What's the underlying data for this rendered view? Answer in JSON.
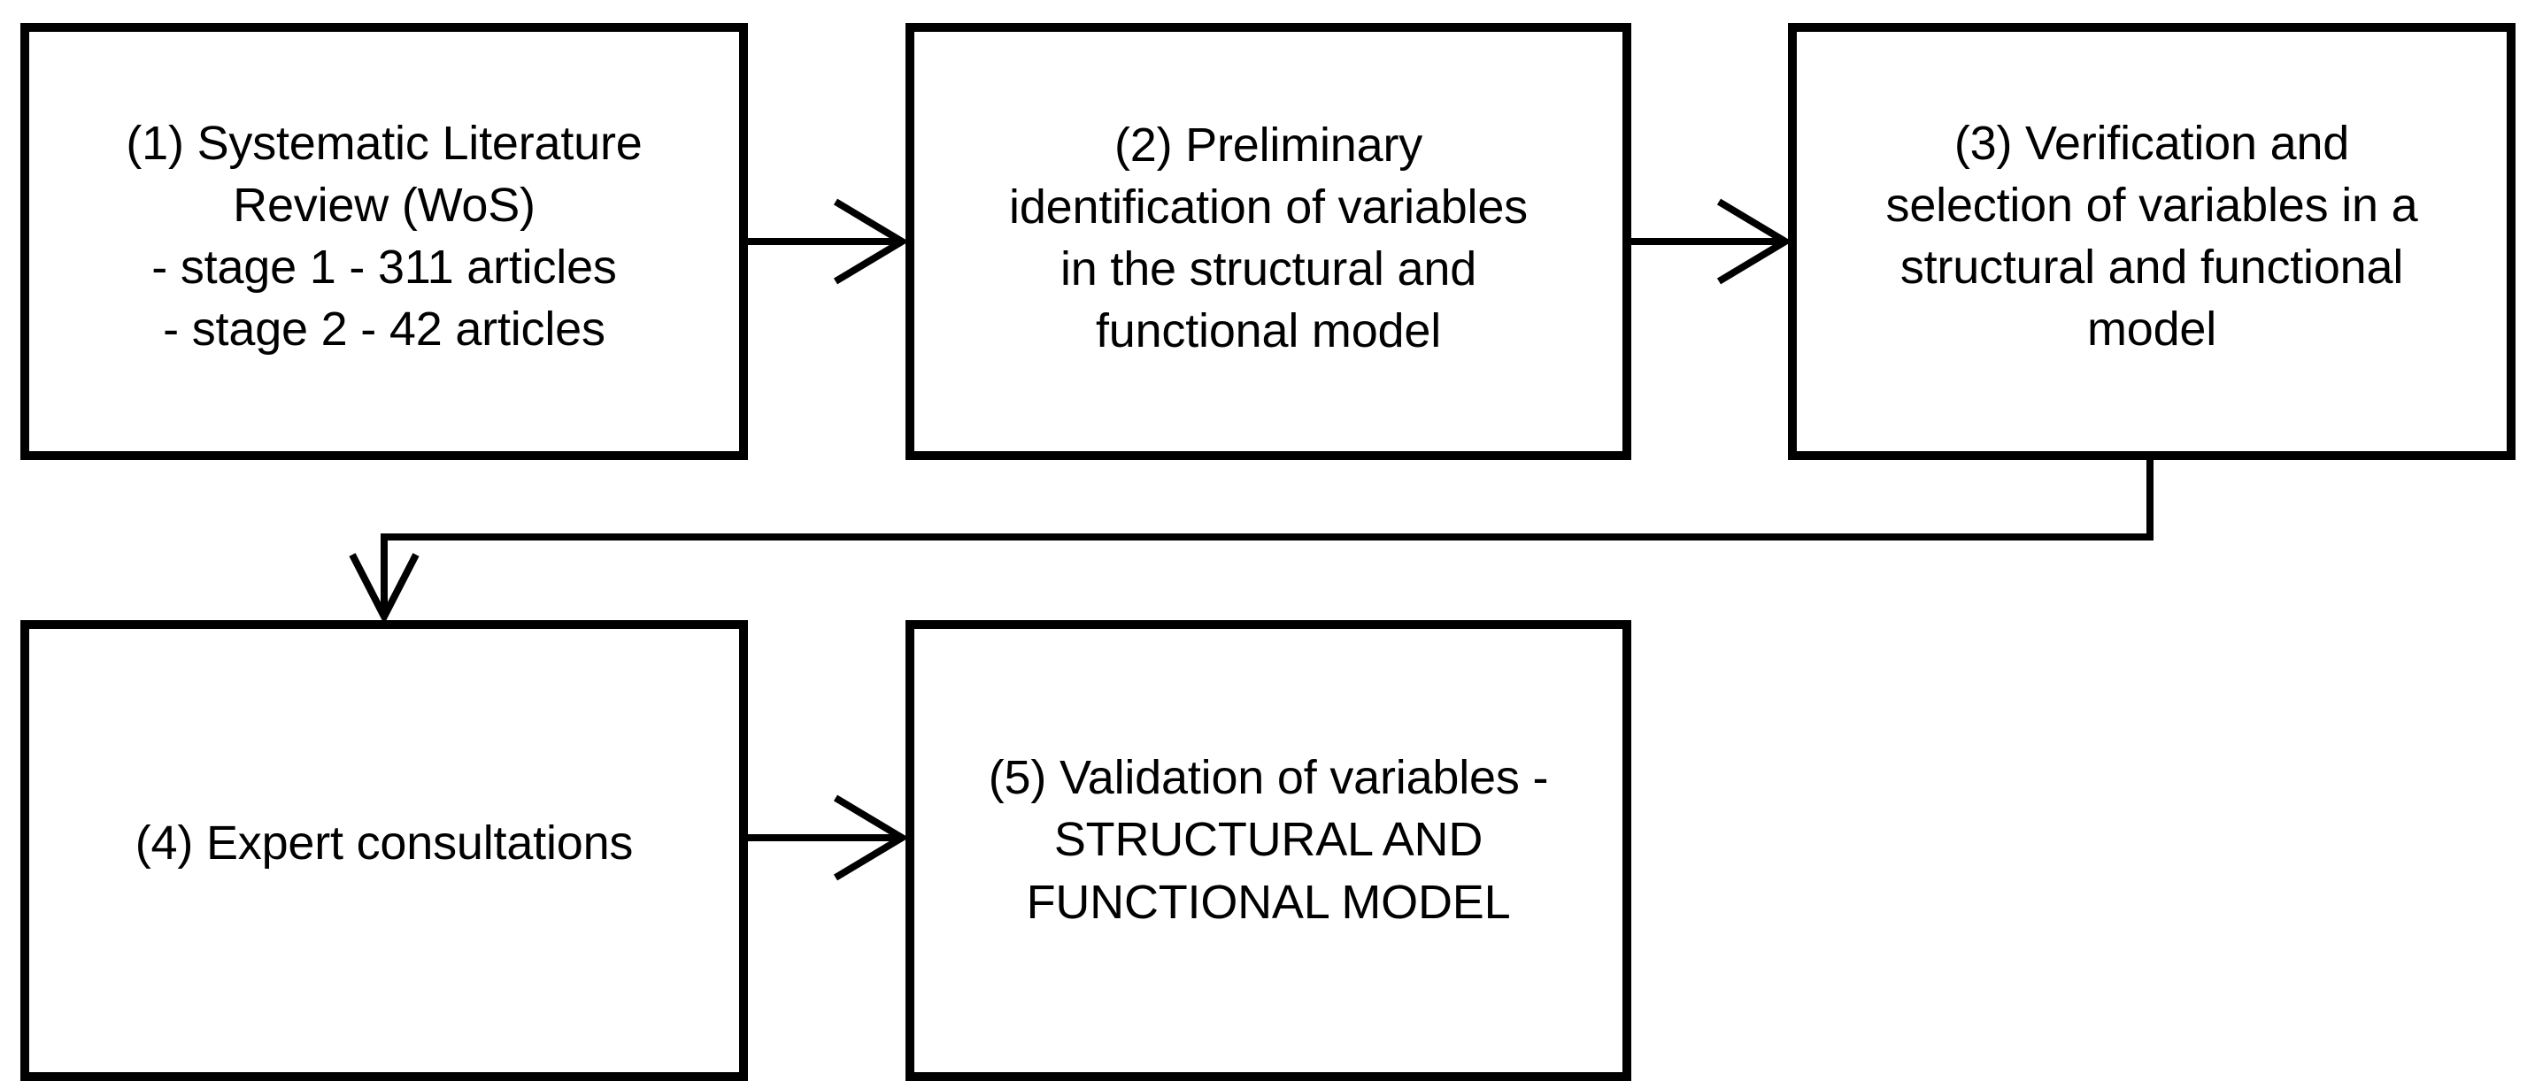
{
  "diagram": {
    "title": "Research methodology flowchart",
    "background_color": "#ffffff",
    "line_color": "#000000",
    "text_color": "#000000",
    "nodes": [
      {
        "id": "1",
        "label": "(1) Systematic Literature\nReview (WoS)\n- stage 1 - 311 articles\n- stage 2 - 42 articles",
        "number": "(1)",
        "name": "systematic-literature-review"
      },
      {
        "id": "2",
        "label": "(2) Preliminary\nidentification of variables\nin the structural and\nfunctional model",
        "number": "(2)",
        "name": "preliminary-identification"
      },
      {
        "id": "3",
        "label": "(3) Verification and\nselection of variables in a\nstructural and functional\nmodel",
        "number": "(3)",
        "name": "verification-and-selection"
      },
      {
        "id": "4",
        "label": "(4) Expert consultations",
        "number": "(4)",
        "name": "expert-consultations"
      },
      {
        "id": "5",
        "label": "(5) Validation of variables -\nSTRUCTURAL AND\nFUNCTIONAL MODEL",
        "number": "(5)",
        "name": "validation-of-variables"
      }
    ],
    "edges": [
      {
        "id": "e1",
        "from": "1",
        "to": "2",
        "style": "straight-right",
        "arrowhead": "open-v"
      },
      {
        "id": "e2",
        "from": "2",
        "to": "3",
        "style": "straight-right",
        "arrowhead": "open-v"
      },
      {
        "id": "e3",
        "from": "3",
        "to": "4",
        "style": "down-left-down",
        "arrowhead": "open-v"
      },
      {
        "id": "e4",
        "from": "4",
        "to": "5",
        "style": "straight-right",
        "arrowhead": "open-v"
      }
    ]
  }
}
